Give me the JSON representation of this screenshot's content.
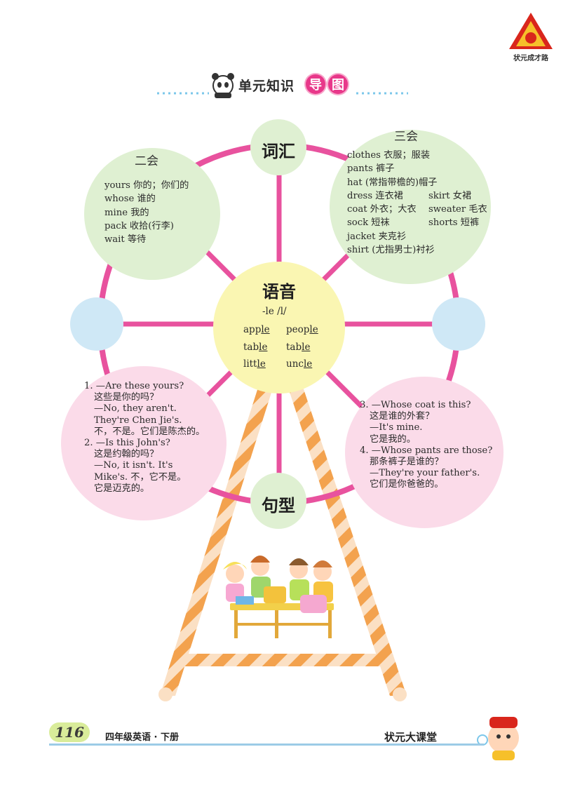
{
  "brand": {
    "logo_text": "状元成才路",
    "colors": {
      "red": "#d9261c",
      "yellow": "#f6c02a"
    }
  },
  "header": {
    "title": "单元知识",
    "badge_chars": [
      "导",
      "图"
    ]
  },
  "hubs": {
    "vocabulary": "词汇",
    "phonics": "语音",
    "sentences": "句型"
  },
  "vocab_two": {
    "label": "二会",
    "items": [
      "yours 你的；你们的",
      "whose 谁的",
      "mine 我的",
      "pack 收拾(行李)",
      "wait 等待"
    ]
  },
  "vocab_three": {
    "label": "三会",
    "items": [
      [
        "clothes 衣服；服装",
        ""
      ],
      [
        "pants 裤子",
        ""
      ],
      [
        "hat (常指带檐的)帽子",
        ""
      ],
      [
        "dress 连衣裙",
        "skirt 女裙"
      ],
      [
        "coat 外衣；大衣",
        "sweater 毛衣"
      ],
      [
        "sock 短袜",
        "shorts 短裤"
      ],
      [
        "jacket 夹克衫",
        ""
      ],
      [
        "shirt (尤指男士)衬衫",
        ""
      ]
    ]
  },
  "phonics": {
    "pattern": "-le  /l/",
    "words": [
      {
        "pre": "app",
        "u": "le",
        "post": ""
      },
      {
        "pre": "peop",
        "u": "le",
        "post": ""
      },
      {
        "pre": "tab",
        "u": "le",
        "post": ""
      },
      {
        "pre": "tab",
        "u": "le",
        "post": ""
      },
      {
        "pre": "litt",
        "u": "le",
        "post": ""
      },
      {
        "pre": "unc",
        "u": "le",
        "post": ""
      }
    ]
  },
  "sentences_left": [
    "1. —Are these yours?",
    "这些是你的吗？",
    "—No, they aren't.",
    "They're Chen Jie's.",
    "不，不是。它们是陈杰的。",
    "2. —Is this John's?",
    "这是约翰的吗？",
    "—No, it isn't. It's",
    "Mike's. 不，它不是。",
    "它是迈克的。"
  ],
  "sentences_right": [
    "3. —Whose coat is this?",
    "这是谁的外套？",
    "—It's mine.",
    "它是我的。",
    "4. —Whose pants are those?",
    "那条裤子是谁的？",
    "—They're your father's.",
    "它们是你爸爸的。"
  ],
  "footer": {
    "page_number": "116",
    "book_title": "四年级英语 · 下册",
    "series": "状元大课堂"
  },
  "colors": {
    "pink": "#e8529e",
    "green_bubble": "#dff0d2",
    "pink_bubble": "#fbdbe9",
    "yellow_hub": "#faf6b2",
    "blue_bubble": "#cfe8f6",
    "orange": "#f4a860"
  }
}
